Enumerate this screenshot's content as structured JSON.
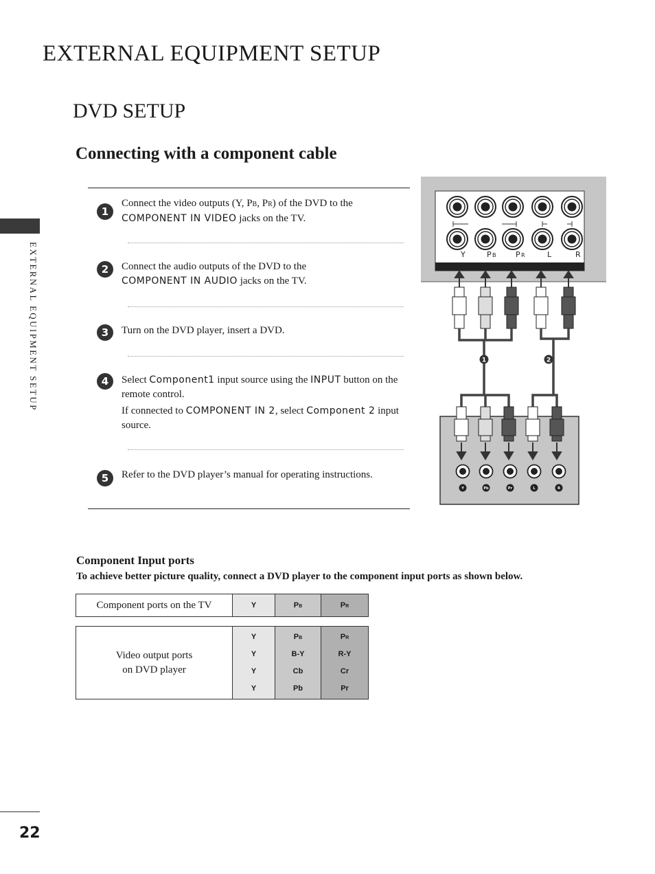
{
  "header": {
    "page_title": "EXTERNAL EQUIPMENT SETUP",
    "section_title": "DVD SETUP",
    "subsection_title": "Connecting with a component cable",
    "side_tab_text": "EXTERNAL EQUIPMENT SETUP"
  },
  "steps": [
    {
      "num": "1",
      "t1": "Connect the video outputs (Y, P",
      "sub1": "B",
      "t2": ", P",
      "sub2": "R",
      "t3": ") of the DVD to the",
      "mono": "COMPONENT IN VIDEO",
      "t4": " jacks on the TV."
    },
    {
      "num": "2",
      "t1": "Connect the audio outputs of the DVD to the",
      "mono": "COMPONENT IN AUDIO",
      "t2": " jacks on the TV."
    },
    {
      "num": "3",
      "t1": "Turn on the DVD player, insert a DVD."
    },
    {
      "num": "4",
      "t1": "Select ",
      "mono1": "Component1",
      "t2": " input source using the ",
      "mono2": "INPUT",
      "t3": " button on the remote control.",
      "t4": "If connected to ",
      "mono3": "COMPONENT IN 2",
      "t5": ", select ",
      "mono4": "Component 2",
      "t6": " input source."
    },
    {
      "num": "5",
      "t1": "Refer to the DVD player’s manual for operating instructions."
    }
  ],
  "diagram": {
    "tv_labels": [
      "Y",
      "P",
      "B",
      "P",
      "R",
      "L",
      "R"
    ],
    "cable_numbers": [
      "1",
      "2"
    ],
    "dvd_labels": [
      "Y",
      "Pb",
      "Pr",
      "L",
      "R"
    ]
  },
  "ports": {
    "heading": "Component Input ports",
    "description": "To achieve better picture quality, connect a DVD player to the component input ports as shown below.",
    "tv_row_label": "Component ports on the TV",
    "tv_row": {
      "y": "Y",
      "pb": "P",
      "pb_sub": "B",
      "pr": "P",
      "pr_sub": "R"
    },
    "dvd_row_label_1": "Video output ports",
    "dvd_row_label_2": "on DVD player",
    "y_col": [
      "Y",
      "Y",
      "Y",
      "Y"
    ],
    "pb_col": {
      "first": "P",
      "first_sub": "B",
      "rest": [
        "B-Y",
        "Cb",
        "Pb"
      ]
    },
    "pr_col": {
      "first": "P",
      "first_sub": "R",
      "rest": [
        "R-Y",
        "Cr",
        "Pr"
      ]
    }
  },
  "footer": {
    "page_number": "22"
  }
}
